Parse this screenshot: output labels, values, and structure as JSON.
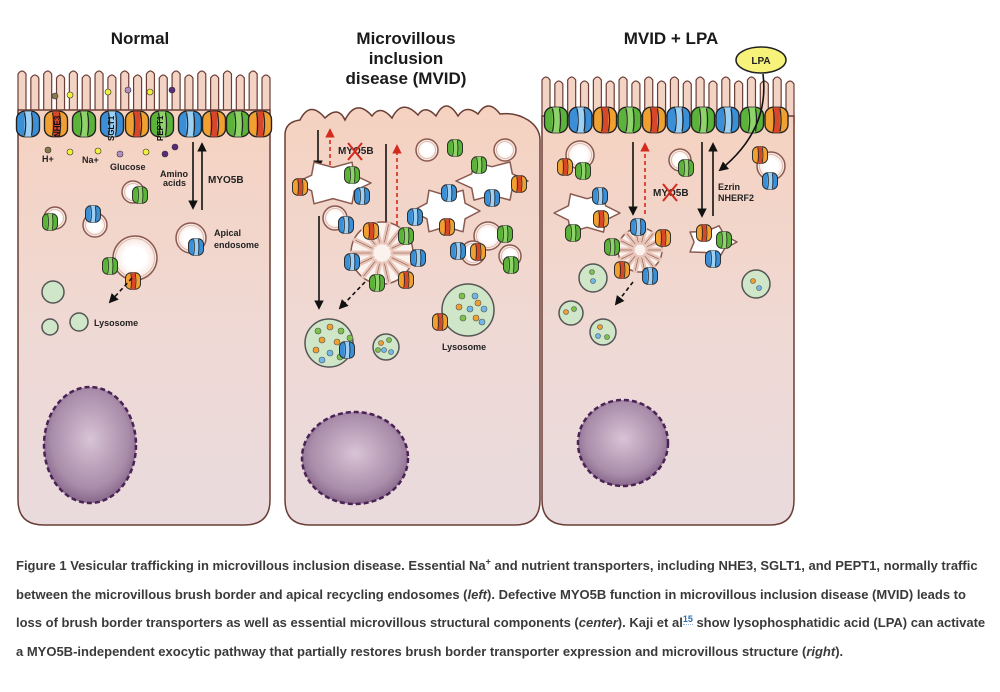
{
  "figure": {
    "panels": [
      {
        "id": "normal",
        "title": "Normal",
        "transporters": [
          "NHE3",
          "SGLT1",
          "PEPT1"
        ],
        "substrates": [
          "H+",
          "Na+",
          "Glucose",
          "Amino acids"
        ],
        "pathway_label": "MYO5B",
        "labels": {
          "endosome": "Apical endosome",
          "lysosome": "Lysosome"
        }
      },
      {
        "id": "mvid",
        "title_lines": [
          "Microvillous",
          "inclusion",
          "disease (MVID)"
        ],
        "pathway_label": "MYO5B",
        "pathway_state": "blocked",
        "labels": {
          "lysosome": "Lysosome"
        }
      },
      {
        "id": "mvid-lpa",
        "title": "MVID + LPA",
        "lpa_badge": "LPA",
        "pathway_label": "MYO5B",
        "pathway_state": "blocked",
        "alt_pathway_labels": [
          "Ezrin",
          "NHERF2"
        ]
      }
    ],
    "colors": {
      "cell_fill": "#f3d3c4",
      "cell_fill_bottom": "#ead9da",
      "cell_outline": "#6b3e35",
      "nucleus": "#a68aa8",
      "nucleus_outline": "#4a2356",
      "lysosome": "#cfe6c8",
      "transporter_blue": "#3b8fd6",
      "transporter_green": "#5bb33a",
      "transporter_orange": "#f0a030",
      "transporter_red": "#d8472a",
      "blocked_arrow": "#d42a1e",
      "lpa_badge": "#f6f27a"
    }
  },
  "caption": {
    "label": "Figure 1",
    "title": "Vesicular trafficking in microvillous inclusion disease.",
    "s1_a": "Essential Na",
    "s1_sup": "+",
    "s1_b": " and nutrient transporters, including NHE3, SGLT1, and PEPT1, normally traffic between the microvillous brush border and apical recycling endosomes (",
    "s1_it": "left",
    "s1_c": "). Defective MYO5B function in microvillous inclusion disease (MVID) leads to loss of brush border transporters as well as essential microvillous structural components (",
    "s2_it": "center",
    "s2_c": "). Kaji et al",
    "ref": "15",
    "s3_a": " show lysophosphatidic acid (LPA) can activate a MYO5B-independent exocytic pathway that partially restores brush border transporter expression and microvillous structure (",
    "s3_it": "right",
    "s3_b": ")."
  }
}
